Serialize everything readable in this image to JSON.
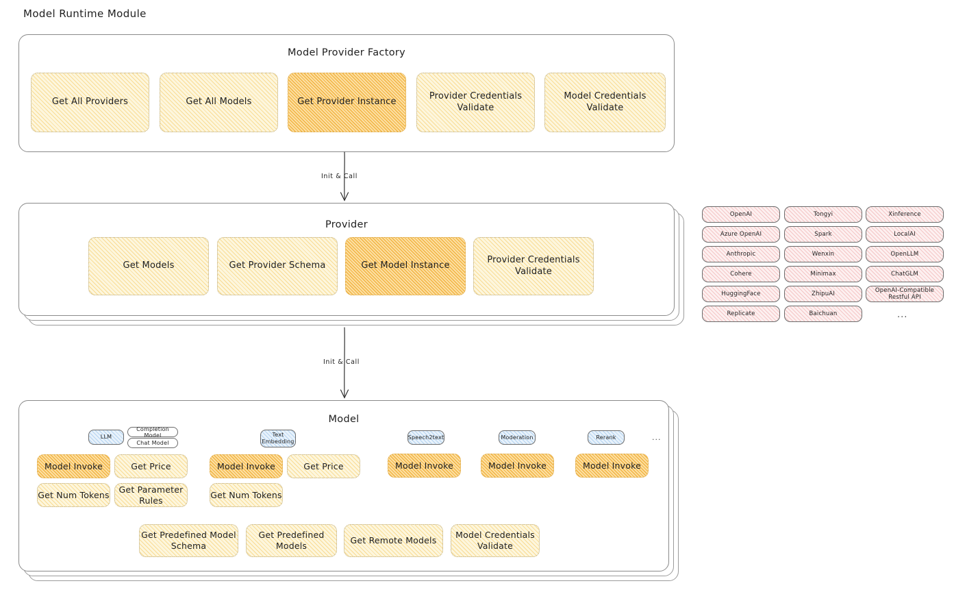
{
  "page": {
    "title": "Model Runtime Module"
  },
  "factory": {
    "title": "Model Provider Factory",
    "cards": [
      {
        "label": "Get All Providers",
        "highlight": false
      },
      {
        "label": "Get All Models",
        "highlight": false
      },
      {
        "label": "Get Provider Instance",
        "highlight": true
      },
      {
        "label": "Provider Credentials Validate",
        "highlight": false
      },
      {
        "label": "Model Credentials Validate",
        "highlight": false
      }
    ]
  },
  "arrows": [
    {
      "label": "Init & Call"
    },
    {
      "label": "Init & Call"
    }
  ],
  "provider": {
    "title": "Provider",
    "cards": [
      {
        "label": "Get Models",
        "highlight": false
      },
      {
        "label": "Get Provider Schema",
        "highlight": false
      },
      {
        "label": "Get Model Instance",
        "highlight": true
      },
      {
        "label": "Provider Credentials Validate",
        "highlight": false
      }
    ]
  },
  "provider_list": {
    "columns": [
      [
        "OpenAI",
        "Azure OpenAI",
        "Anthropic",
        "Cohere",
        "HuggingFace",
        "Replicate"
      ],
      [
        "Tongyi",
        "Spark",
        "Wenxin",
        "Minimax",
        "ZhipuAI",
        "Baichuan"
      ],
      [
        "Xinference",
        "LocalAI",
        "OpenLLM",
        "ChatGLM",
        "OpenAI-Compatible Restful API"
      ]
    ],
    "more": "..."
  },
  "model": {
    "title": "Model",
    "more": "...",
    "types": [
      {
        "badge": "LLM",
        "subtypes": [
          "Completion Model",
          "Chat Model"
        ],
        "cards": [
          {
            "label": "Model Invoke",
            "highlight": true
          },
          {
            "label": "Get Price",
            "highlight": false
          },
          {
            "label": "Get Num Tokens",
            "highlight": false
          },
          {
            "label": "Get Parameter Rules",
            "highlight": false
          }
        ]
      },
      {
        "badge": "Text Embedding",
        "subtypes": [],
        "cards": [
          {
            "label": "Model Invoke",
            "highlight": true
          },
          {
            "label": "Get Price",
            "highlight": false
          },
          {
            "label": "Get Num Tokens",
            "highlight": false
          }
        ]
      },
      {
        "badge": "Speech2text",
        "subtypes": [],
        "cards": [
          {
            "label": "Model Invoke",
            "highlight": true
          }
        ]
      },
      {
        "badge": "Moderation",
        "subtypes": [],
        "cards": [
          {
            "label": "Model Invoke",
            "highlight": true
          }
        ]
      },
      {
        "badge": "Rerank",
        "subtypes": [],
        "cards": [
          {
            "label": "Model Invoke",
            "highlight": true
          }
        ]
      }
    ],
    "common_cards": [
      {
        "label": "Get Predefined Model Schema"
      },
      {
        "label": "Get Predefined Models"
      },
      {
        "label": "Get Remote Models"
      },
      {
        "label": "Model Credentials Validate"
      }
    ]
  },
  "colors": {
    "card_fill": "#fdf6dd",
    "card_highlight_fill": "#fce0a4",
    "chip_fill": "#fdf0f0",
    "badge_fill": "#e8f2fb",
    "stroke": "#1e1e1e"
  }
}
